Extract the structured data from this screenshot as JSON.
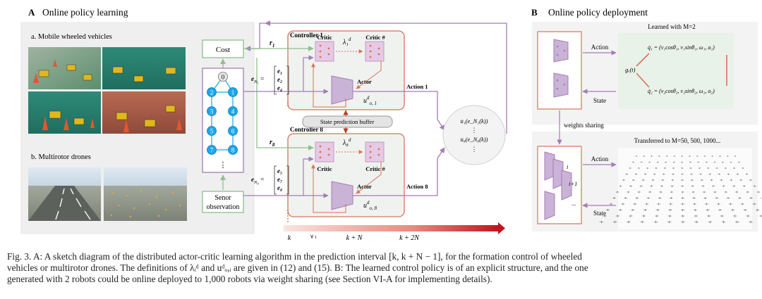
{
  "colors": {
    "purple": "#a47cb4",
    "green": "#8cc08c",
    "orange": "#d9735a",
    "blue": "#1aa7ec",
    "panel": "#f0f2f0",
    "greenpanel": "#e8f2e8"
  },
  "panelA": {
    "title": "Online policy learning",
    "letter": "A",
    "sub_a": "a. Mobile wheeled vehicles",
    "sub_b": "b. Multirotor drones",
    "cost": "Cost",
    "sensor_1": "Senor",
    "sensor_2": "observation",
    "graph_nodes": [
      "0",
      "1",
      "2",
      "3",
      "4",
      "5",
      "6",
      "7",
      "8"
    ],
    "graph_ellipsis": "⋮",
    "r1": "r",
    "r1_sub": "1",
    "r8": "r",
    "r8_sub": "8",
    "e_N1": "e",
    "e_N1_sub": "N₁",
    "e_N8": "e",
    "e_N8_sub": "N₈",
    "vec1": [
      "e₁",
      "e₂",
      "e₄"
    ],
    "vec8": [
      "e₅",
      "e₇",
      "e₈"
    ],
    "equals": "=",
    "controller1": "Controller 1",
    "controller8": "Controller 8",
    "critic": "Critic",
    "critic_hash": "Critic #",
    "actor": "Actor",
    "lambda1": "λ₁",
    "lambda8": "λ₈",
    "lambda_sup": "d",
    "u1": "u",
    "u_sup": "d",
    "u1_sub": "o, 1",
    "u8_sub": "o, 8",
    "buffer": "State prediction buffer",
    "action1": "Action 1",
    "action8": "Action 8",
    "pred_1": "u̇₁(e_N₁(k))",
    "pred_dots": "⋮",
    "pred_8": "u̇₈(e_N₈(k))",
    "time_k": "k",
    "time_mid": "k + N",
    "time_end": "k + 2N",
    "time_tick": "∀ τ"
  },
  "panelB": {
    "letter": "B",
    "title": "Online policy deployment",
    "learned": "Learned with M=2",
    "action": "Action",
    "state": "State",
    "g": "gₑ(t)",
    "eq1": "q̇₁ = (v₁cosθ₁, v₁sinθ₁, ω₁, a₁)",
    "eq2": "q̇₂ = (v₂cosθ₂, v₂sinθ₂, ω₂, a₂)",
    "sharing": "weights sharing",
    "transferred": "Transferred to M=50, 500, 1000...",
    "i": "i",
    "i1": "i+1",
    "dots": "..."
  },
  "caption": {
    "line1": "Fig. 3.   A: A sketch diagram of the distributed actor-critic learning algorithm in the prediction interval [k, k + N − 1], for the formation control of wheeled",
    "line2": "vehicles or multirotor drones. The definitions of λᵢᵈ and uᵈₒ,ᵢ are given in (12) and (15). B: The learned control policy is of an explicit structure, and the one",
    "line3": "generated with 2 robots could be online deployed to 1,000 robots via weight sharing (see Section VI-A for implementing details)."
  }
}
